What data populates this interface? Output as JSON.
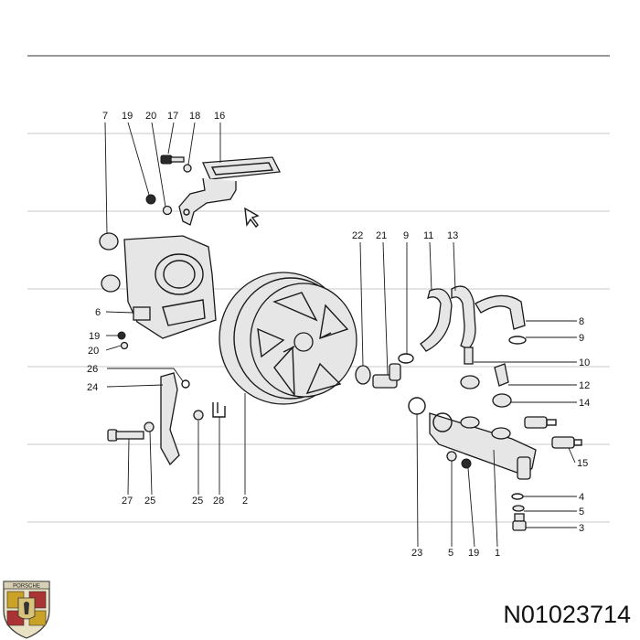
{
  "diagram": {
    "labels": [
      "7",
      "19",
      "20",
      "17",
      "18",
      "16",
      "6",
      "19",
      "20",
      "26",
      "24",
      "27",
      "25",
      "25",
      "28",
      "2",
      "22",
      "21",
      "9",
      "11",
      "13",
      "8",
      "9",
      "10",
      "12",
      "14",
      "15",
      "4",
      "5",
      "3",
      "23",
      "5",
      "19",
      "1"
    ]
  },
  "logo": {
    "text": "PORSCHE"
  },
  "part_number": "N01023714",
  "colors": {
    "ink": "#1a1a1a",
    "background": "#ffffff"
  }
}
